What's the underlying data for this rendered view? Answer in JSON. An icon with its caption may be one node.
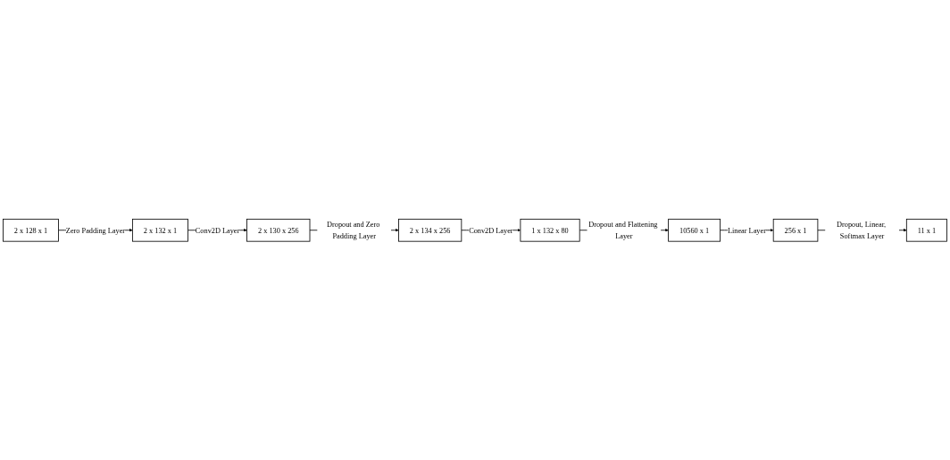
{
  "diagram": {
    "nodes": [
      {
        "text": [
          "2 x 128 x 1"
        ]
      },
      {
        "text": [
          "2 x 132 x 1"
        ]
      },
      {
        "text": [
          "2 x 130 x 256"
        ]
      },
      {
        "text": [
          "2 x 134 x 256"
        ]
      },
      {
        "text": [
          "1 x 132 x 80"
        ]
      },
      {
        "text": [
          "10560 x 1"
        ]
      },
      {
        "text": [
          "256 x 1"
        ]
      },
      {
        "text": [
          "11 x 1"
        ]
      }
    ],
    "edges": [
      {
        "from": 0,
        "to": 1,
        "arrow": "to",
        "label": "Zero Padding Layer"
      },
      {
        "from": 1,
        "to": 2,
        "arrow": "to",
        "label": "Conv2D Layer"
      },
      {
        "from": 2,
        "to": 3,
        "arrow": "to",
        "label": "Dropout and Zero Padding Layer"
      },
      {
        "from": 3,
        "to": 4,
        "arrow": "to",
        "label": "Conv2D Layer"
      },
      {
        "from": 4,
        "to": 5,
        "arrow": "to",
        "label": "Dropout and Flattening Layer"
      },
      {
        "from": 5,
        "to": 6,
        "arrow": "to",
        "label": "Linear Layer"
      },
      {
        "from": 6,
        "to": 7,
        "arrow": "to",
        "label": "Dropout, Linear, Softmax Layer"
      }
    ]
  }
}
